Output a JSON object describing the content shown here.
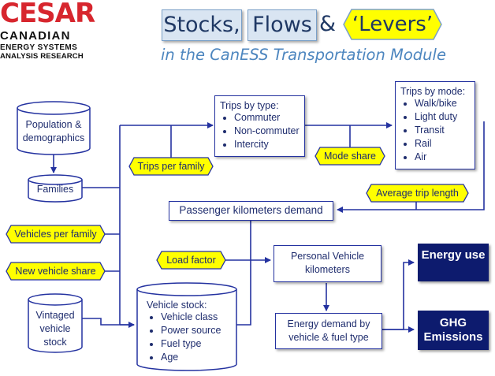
{
  "logo": {
    "word": "CESAR",
    "line1": "CANADIAN",
    "line2": "ENERGY SYSTEMS",
    "line3": "ANALYSIS RESEARCH"
  },
  "title": {
    "stocks": "Stocks,",
    "flows": "Flows",
    "amp": "&",
    "levers": "‘Levers’",
    "subtitle": "in the CanESS Transportation Module"
  },
  "stocks": {
    "population": "Population & demographics",
    "families": "Families",
    "vintaged": "Vintaged vehicle stock",
    "vehicle_stock_title": "Vehicle stock:",
    "vehicle_stock_items": [
      "Vehicle class",
      "Power source",
      "Fuel type",
      "Age"
    ]
  },
  "flows": {
    "trips_type_title": "Trips by type:",
    "trips_type_items": [
      "Commuter",
      "Non-commuter",
      "Intercity"
    ],
    "trips_mode_title": "Trips by mode:",
    "trips_mode_items": [
      "Walk/bike",
      "Light duty",
      "Transit",
      "Rail",
      "Air"
    ],
    "pkm": "Passenger kilometers demand",
    "pvk": "Personal Vehicle kilometers",
    "energy_demand": "Energy demand by vehicle & fuel type"
  },
  "levers": {
    "trips_per_family": "Trips per family",
    "mode_share": "Mode share",
    "avg_trip_length": "Average trip length",
    "vehicles_per_family": "Vehicles per family",
    "new_vehicle_share": "New vehicle share",
    "load_factor": "Load factor"
  },
  "outputs": {
    "energy_use": "Energy use",
    "ghg": "GHG Emissions"
  },
  "colors": {
    "lever_fill": "#ffff00",
    "stroke": "#2432a0",
    "dark_box": "#0d1b6e",
    "title_fill": "#d9e5f2",
    "logo_red": "#d7262e"
  }
}
